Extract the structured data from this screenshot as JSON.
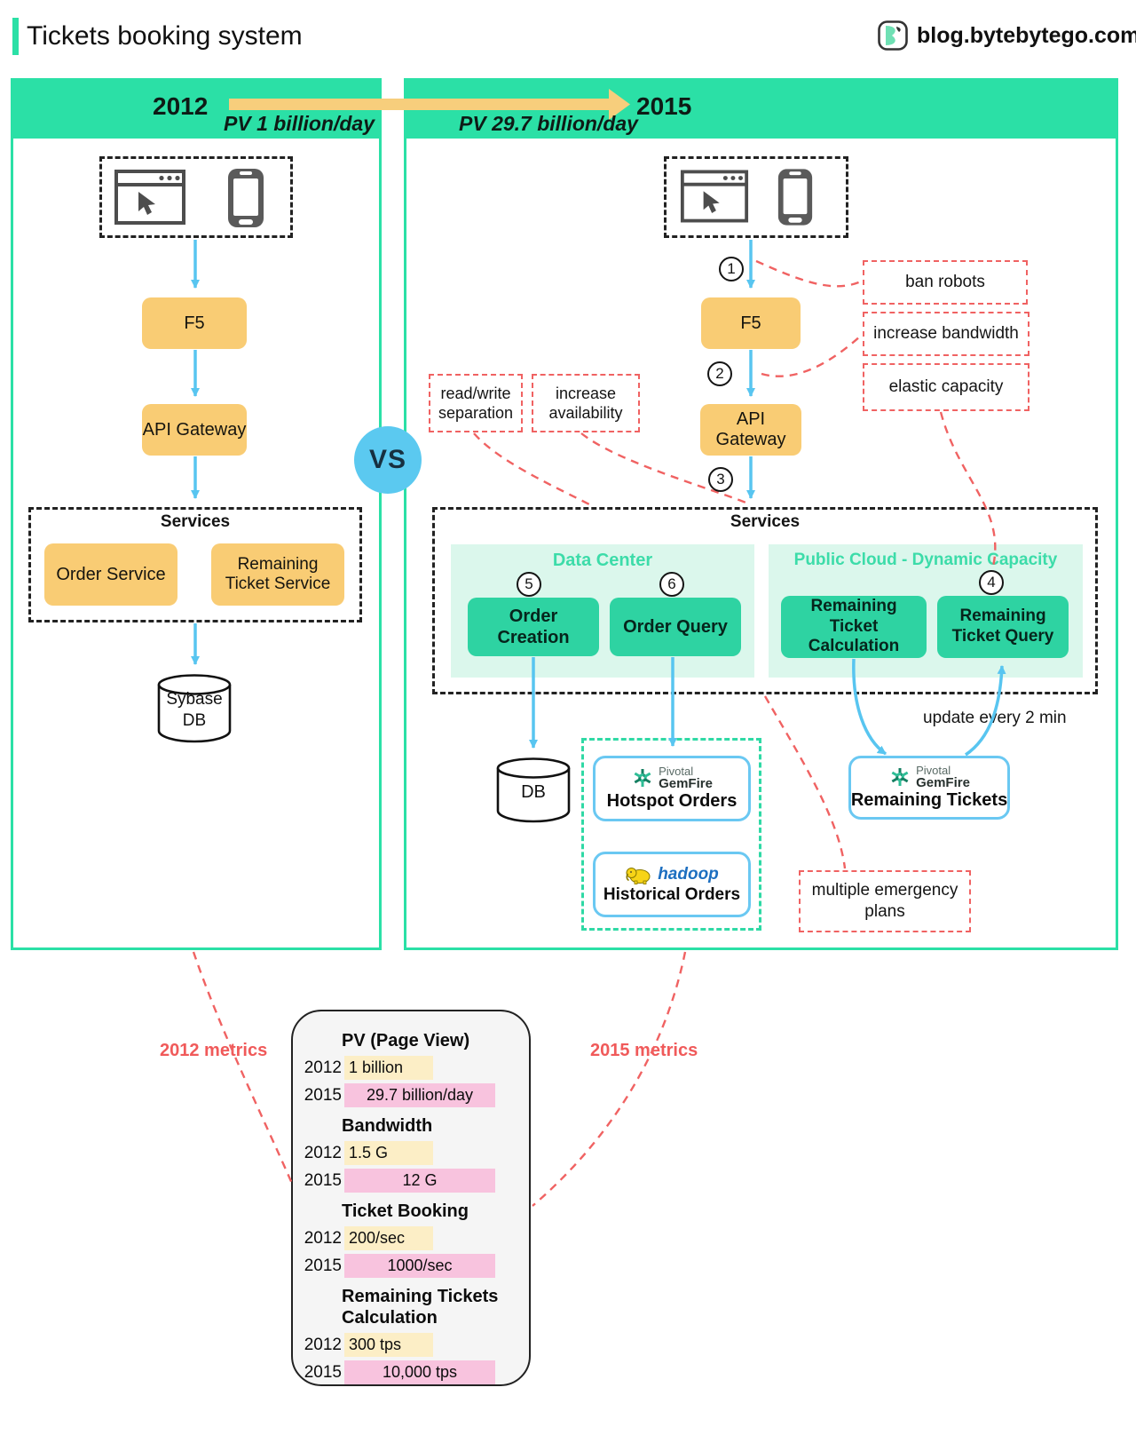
{
  "header": {
    "title": "Tickets booking system",
    "logo_text": "blog.bytebytego.com"
  },
  "vs": "VS",
  "timeline": {
    "left_year": "2012",
    "left_pv": "PV 1 billion/day",
    "right_year": "2015",
    "right_pv": "PV 29.7 billion/day"
  },
  "left": {
    "f5": "F5",
    "api_gateway": "API Gateway",
    "services_title": "Services",
    "order_service": "Order Service",
    "remaining_ticket_service": "Remaining Ticket Service",
    "db_line1": "Sybase",
    "db_line2": "DB"
  },
  "right": {
    "f5": "F5",
    "api_gateway": "API Gateway",
    "services_title": "Services",
    "data_center_title": "Data Center",
    "public_cloud_title": "Public Cloud - Dynamic Capacity",
    "order_creation": "Order Creation",
    "order_query": "Order Query",
    "remaining_ticket_calculation": "Remaining Ticket Calculation",
    "remaining_ticket_query": "Remaining Ticket Query",
    "db": "DB",
    "hotspot_orders": "Hotspot Orders",
    "historical_orders": "Historical Orders",
    "remaining_tickets": "Remaining Tickets",
    "steps": {
      "s1": "1",
      "s2": "2",
      "s3": "3",
      "s4": "4",
      "s5": "5",
      "s6": "6"
    },
    "annotations": {
      "ban_robots": "ban robots",
      "increase_bandwidth": "increase bandwidth",
      "elastic_capacity": "elastic capacity",
      "read_write_separation": "read/write separation",
      "increase_availability": "increase availability",
      "update_every": "update every 2 min",
      "multiple_emergency_plans": "multiple emergency plans"
    },
    "logos": {
      "pivotal": "Pivotal",
      "gemfire": "GemFire",
      "hadoop": "hadoop"
    }
  },
  "metrics": {
    "left_label": "2012 metrics",
    "right_label": "2015 metrics",
    "sections": [
      {
        "title": "PV (Page View)",
        "rows": [
          {
            "year": "2012",
            "value": "1 billion"
          },
          {
            "year": "2015",
            "value": "29.7 billion/day"
          }
        ]
      },
      {
        "title": "Bandwidth",
        "rows": [
          {
            "year": "2012",
            "value": "1.5 G"
          },
          {
            "year": "2015",
            "value": "12 G"
          }
        ]
      },
      {
        "title": "Ticket Booking",
        "rows": [
          {
            "year": "2012",
            "value": "200/sec"
          },
          {
            "year": "2015",
            "value": "1000/sec"
          }
        ]
      },
      {
        "title": "Remaining Tickets Calculation",
        "rows": [
          {
            "year": "2012",
            "value": "300 tps"
          },
          {
            "year": "2015",
            "value": "10,000 tps"
          }
        ]
      }
    ]
  },
  "colors": {
    "teal": "#2be0a6",
    "mint": "#dbf7ec",
    "teal_text": "#3cdca9",
    "orange": "#f9cc74",
    "green": "#2ed3a2",
    "blue": "#58c5f0",
    "red": "#f06262",
    "yellow_bar": "#fceec6",
    "pink_bar": "#f8c3de"
  }
}
